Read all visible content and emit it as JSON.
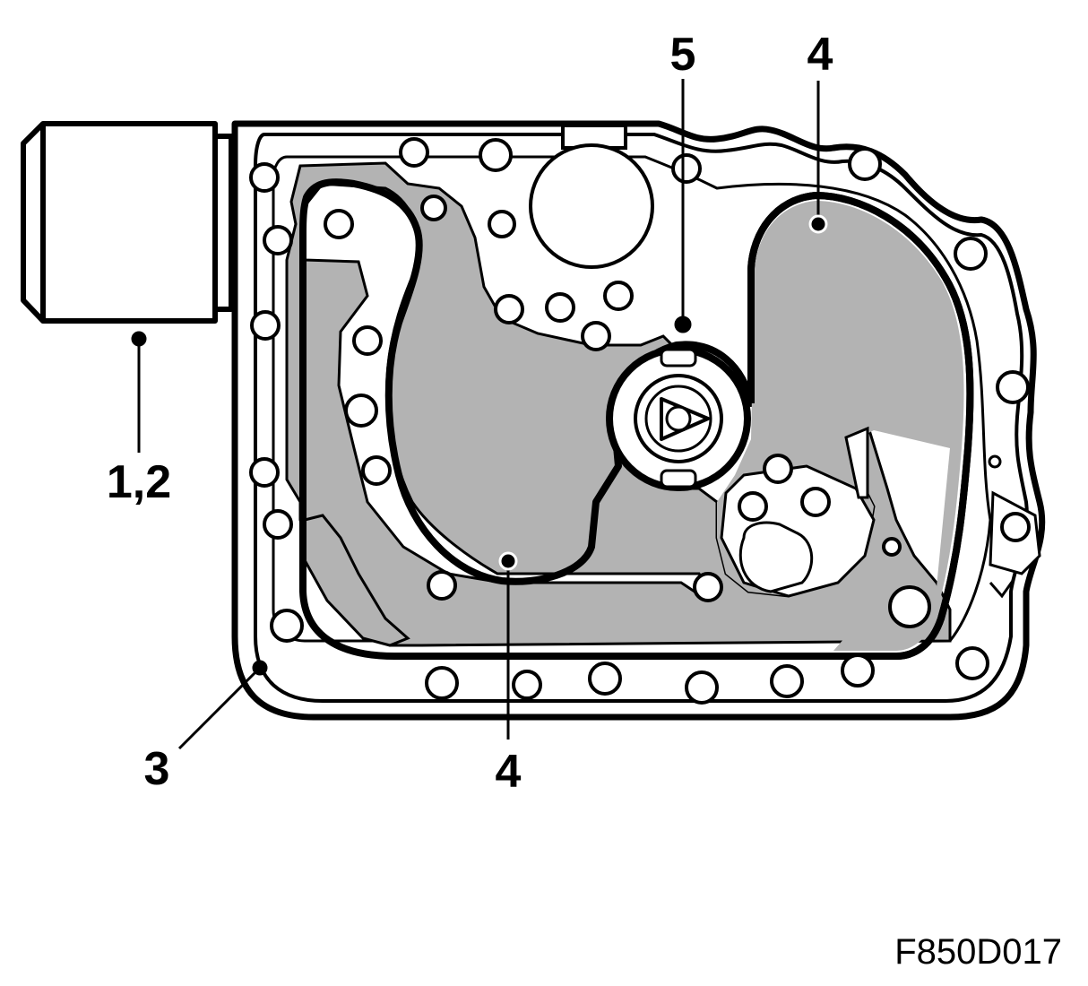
{
  "figure": {
    "code": "F850D017"
  },
  "callouts": [
    {
      "id": "callout-1-2",
      "label": "1,2"
    },
    {
      "id": "callout-3",
      "label": "3"
    },
    {
      "id": "callout-4-bottom",
      "label": "4"
    },
    {
      "id": "callout-4-top",
      "label": "4"
    },
    {
      "id": "callout-5",
      "label": "5"
    }
  ],
  "colors": {
    "outline": "#000000",
    "gasket_fill": "#b3b3b3",
    "background": "#ffffff"
  }
}
